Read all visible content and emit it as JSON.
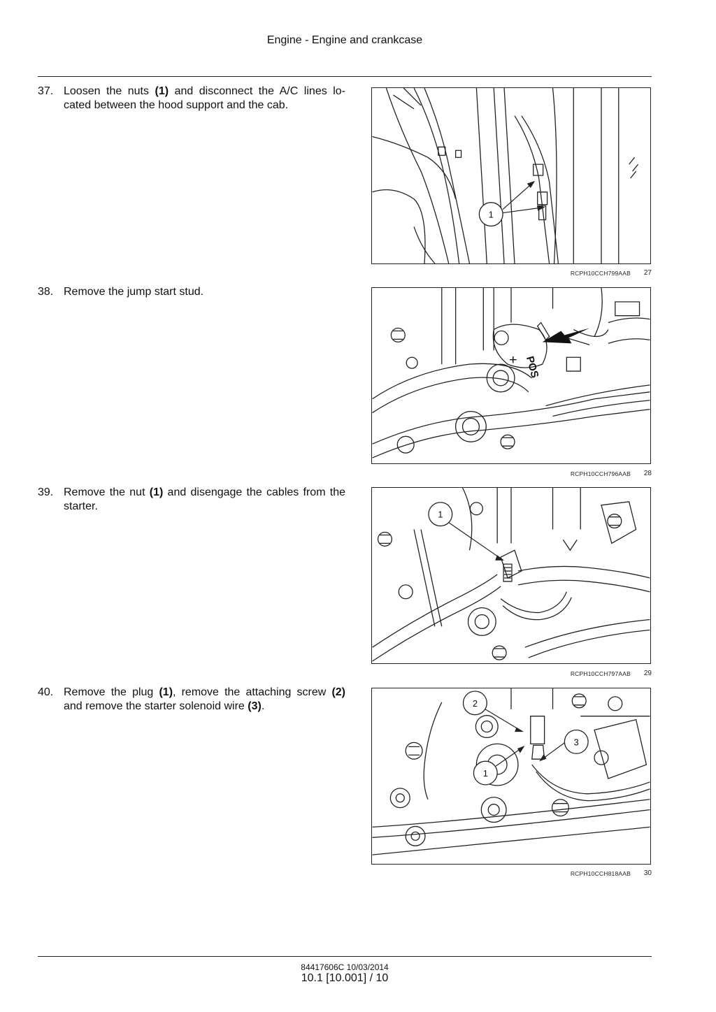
{
  "header": {
    "title": "Engine - Engine and crankcase"
  },
  "steps": [
    {
      "number": "37.",
      "pre": "Loosen the nuts ",
      "b1": "(1)",
      "mid": " and disconnect the A/C lines lo-cated between the hood support and the cab.",
      "figure_code": "RCPH10CCH799AAB",
      "figure_number": "27",
      "callouts": [
        "1"
      ]
    },
    {
      "number": "38.",
      "pre": "Remove the jump start stud.",
      "figure_code": "RCPH10CCH796AAB",
      "figure_number": "28",
      "stamp": "POS",
      "stamp_sign": "+"
    },
    {
      "number": "39.",
      "pre": "Remove the nut ",
      "b1": "(1)",
      "mid": " and disengage the cables from the starter.",
      "figure_code": "RCPH10CCH797AAB",
      "figure_number": "29",
      "callouts": [
        "1"
      ]
    },
    {
      "number": "40.",
      "pre": "Remove the plug ",
      "b1": "(1)",
      "mid": ", remove the attaching screw ",
      "b2": "(2)",
      "mid2": " and remove the starter solenoid wire ",
      "b3": "(3)",
      "end": ".",
      "figure_code": "RCPH10CCH818AAB",
      "figure_number": "30",
      "callouts": [
        "2",
        "3",
        "1"
      ]
    }
  ],
  "footer": {
    "doc_id": "84417606C 10/03/2014",
    "page_ref": "10.1 [10.001] / 10"
  }
}
